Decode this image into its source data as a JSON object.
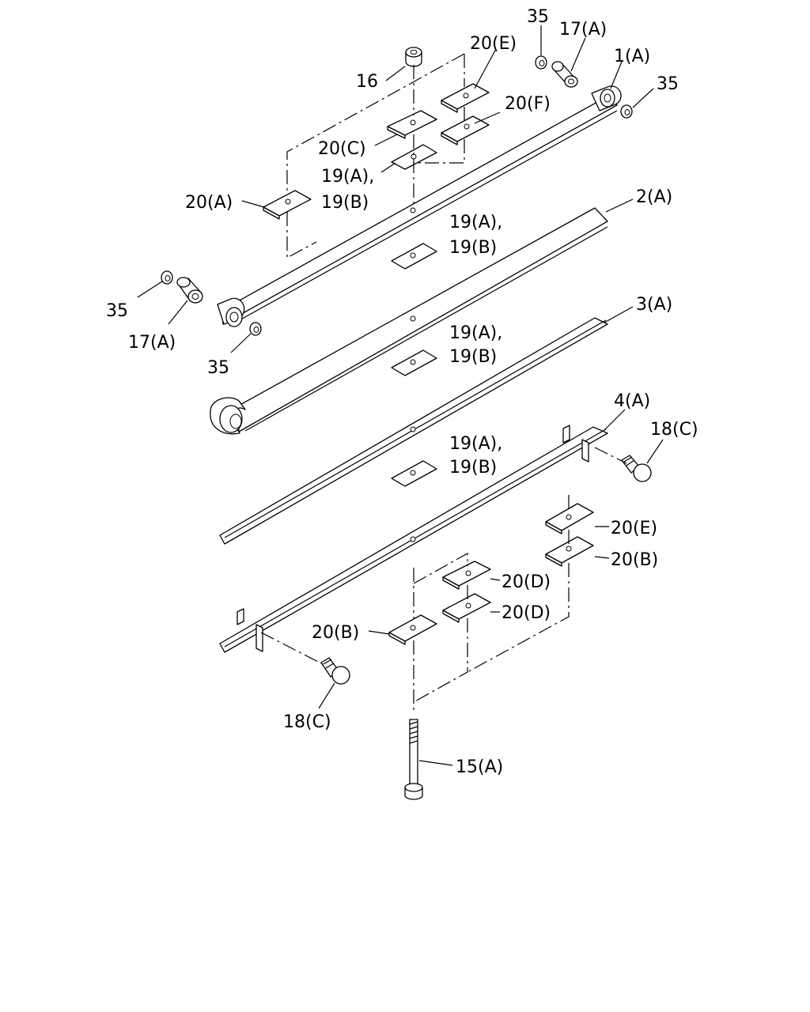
{
  "labels": {
    "p16": "16",
    "p20e_top": "20(E)",
    "p35_top": "35",
    "p17a_top": "17(A)",
    "p1a": "1(A)",
    "p35_right": "35",
    "p20f": "20(F)",
    "p20c": "20(C)",
    "p19a_1": "19(A),",
    "p19b_1": "19(B)",
    "p20a": "20(A)",
    "p2a": "2(A)",
    "p19a_2": "19(A),",
    "p19b_2": "19(B)",
    "p35_left": "35",
    "p17a_left": "17(A)",
    "p35_lower": "35",
    "p3a": "3(A)",
    "p19a_3": "19(A),",
    "p19b_3": "19(B)",
    "p4a": "4(A)",
    "p18c_right": "18(C)",
    "p19a_4": "19(A),",
    "p19b_4": "19(B)",
    "p20e_bot": "20(E)",
    "p20b_right": "20(B)",
    "p20d_1": "20(D)",
    "p20d_2": "20(D)",
    "p20b_left": "20(B)",
    "p18c_left": "18(C)",
    "p15a": "15(A)"
  }
}
